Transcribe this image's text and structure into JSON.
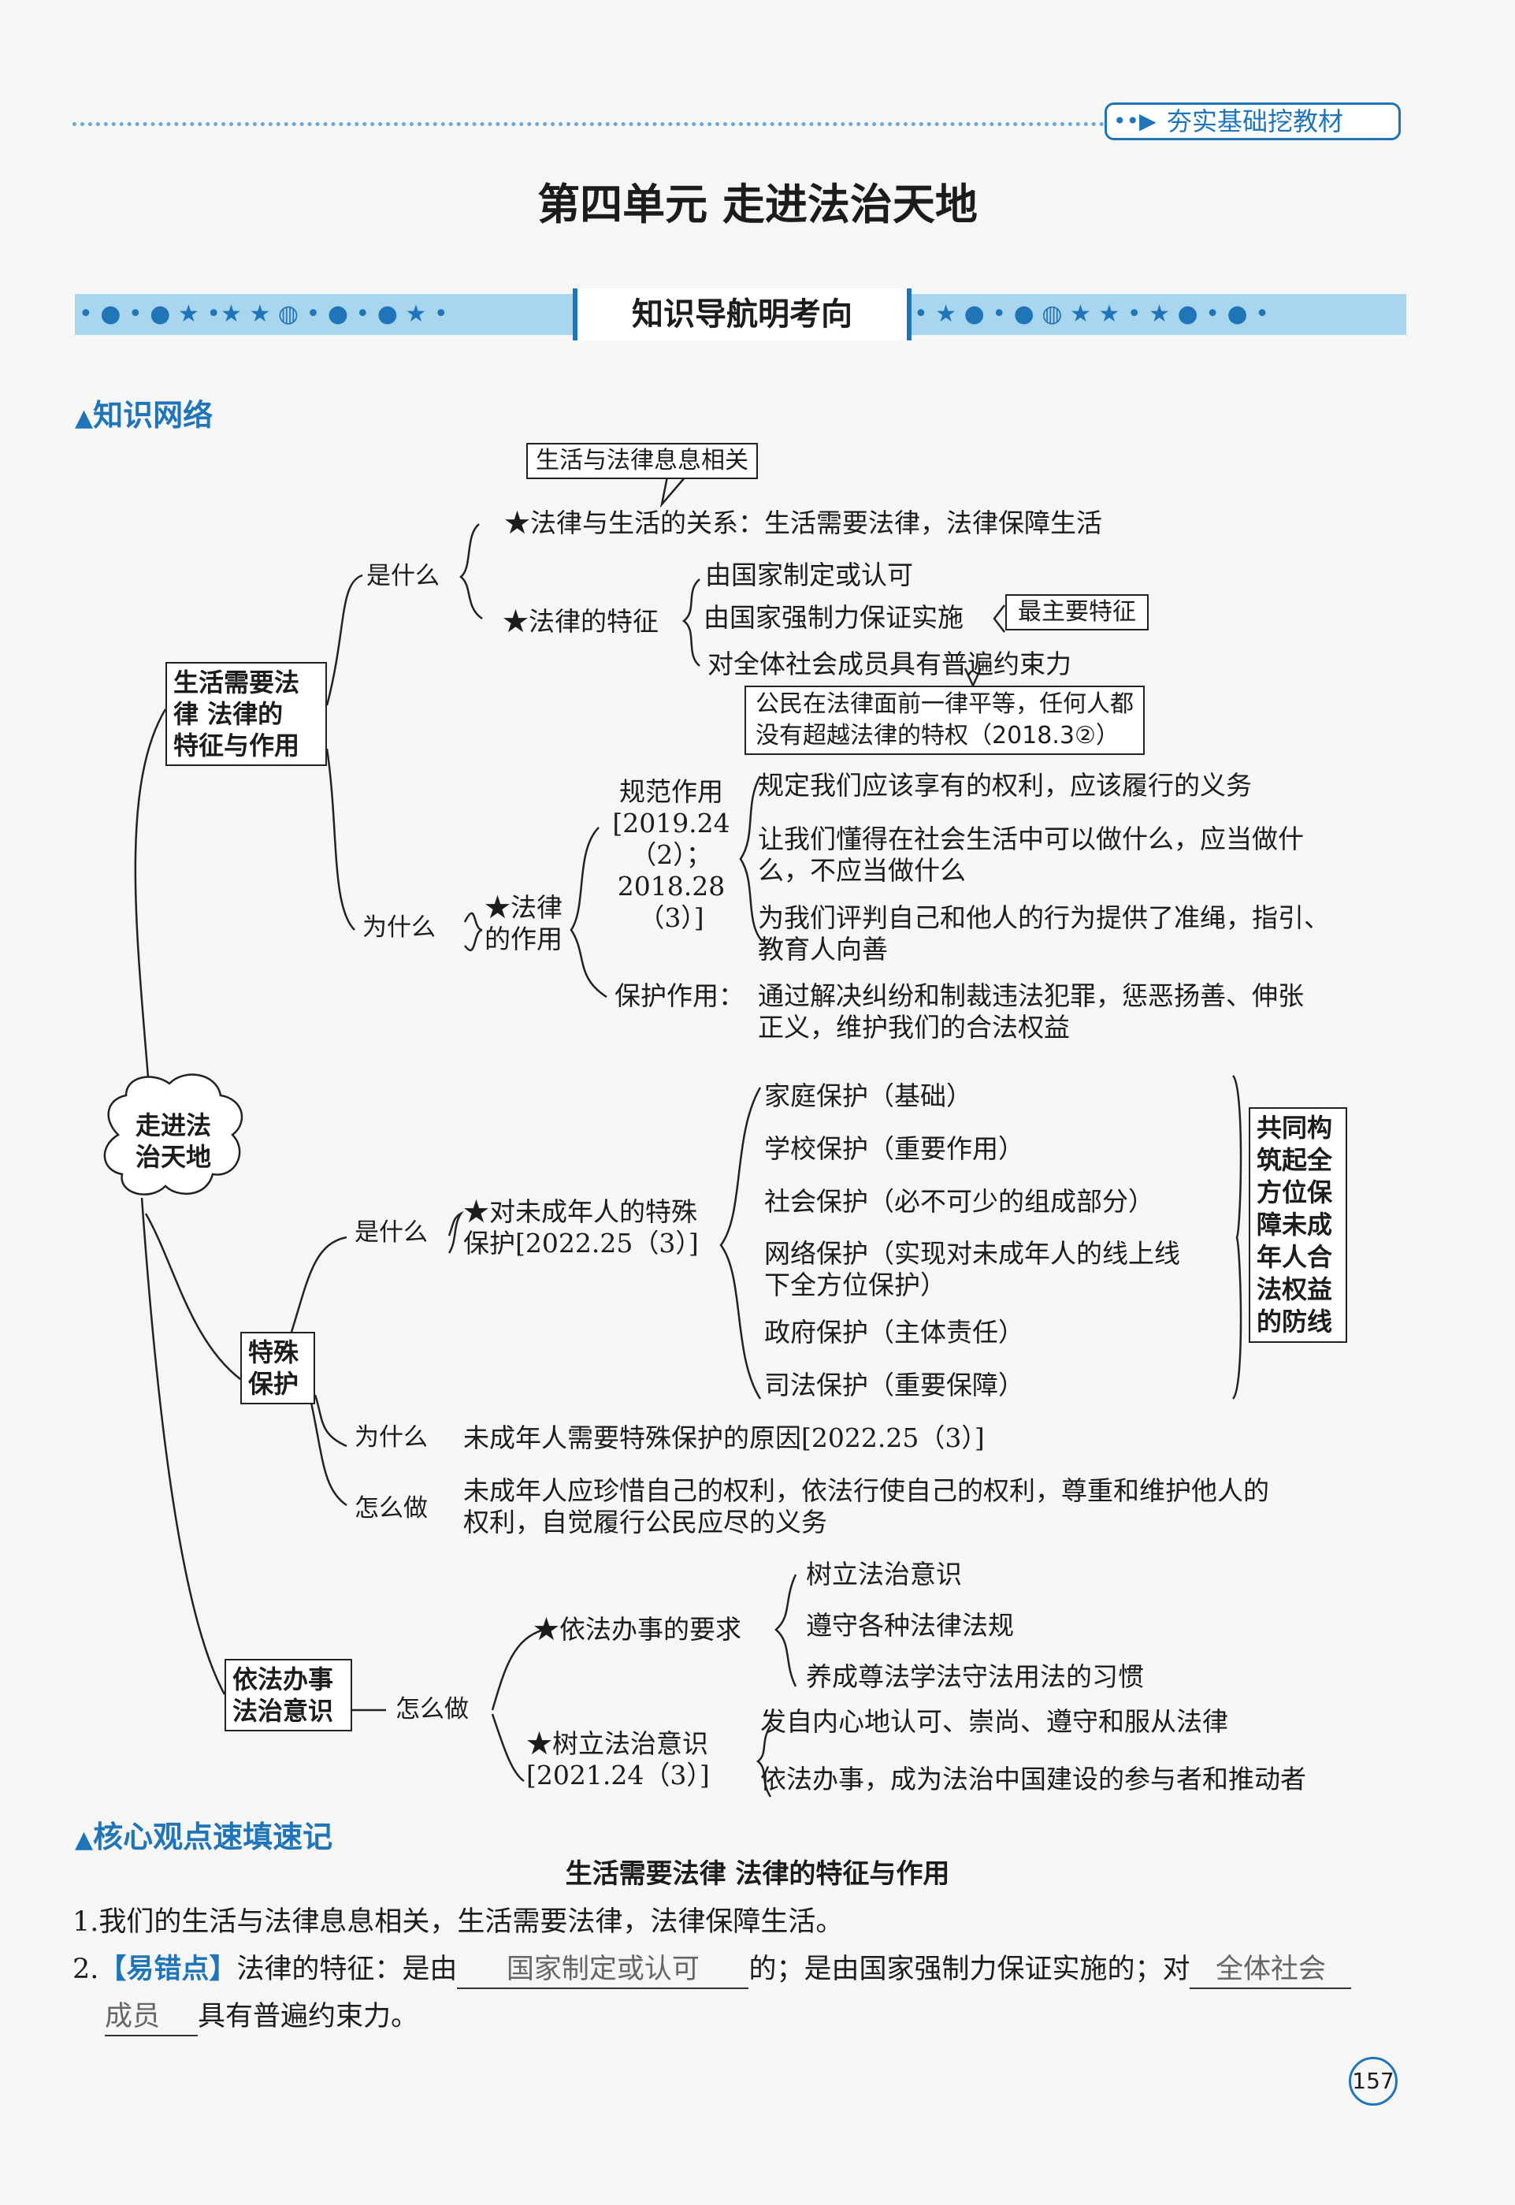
{
  "header": {
    "tag": "夯实基础挖教材"
  },
  "unit_title": "第四单元 走进法治天地",
  "banner": {
    "title": "知识导航明考向"
  },
  "sections": {
    "network": "知识网络",
    "core": "核心观点速填速记"
  },
  "mindmap": {
    "root": {
      "line1": "走进法",
      "line2": "治天地"
    },
    "b1": {
      "box": {
        "line1": "生活需要法",
        "line2": "律 法律的",
        "line3": "特征与作用"
      },
      "shi": "是什么",
      "callout_top": "生活与法律息息相关",
      "rel": "★法律与生活的关系：生活需要法律，法律保障生活",
      "feature": "★法律的特征",
      "f1": "由国家制定或认可",
      "f2": "由国家强制力保证实施",
      "f2_tag": "最主要特征",
      "f3": "对全体社会成员具有普遍约束力",
      "f3_note1": "公民在法律面前一律平等，任何人都",
      "f3_note2": "没有超越法律的特权（2018.3②）",
      "wei": "为什么",
      "role1": "★法律",
      "role2": "的作用",
      "gf1": "规范作用",
      "gf2": "[2019.24",
      "gf3": "（2）；",
      "gf4": "2018.28",
      "gf5": "（3）]",
      "g1": "规定我们应该享有的权利，应该履行的义务",
      "g2a": "让我们懂得在社会生活中可以做什么，应当做什",
      "g2b": "么，不应当做什么",
      "g3a": "为我们评判自己和他人的行为提供了准绳，指引、",
      "g3b": "教育人向善",
      "bh_label": "保护作用：",
      "bh1": "通过解决纠纷和制裁违法犯罪，惩恶扬善、伸张",
      "bh2": "正义，维护我们的合法权益"
    },
    "b2": {
      "box": {
        "line1": "特殊",
        "line2": "保护"
      },
      "shi": "是什么",
      "node1": "★对未成年人的特殊",
      "node2": "保护[2022.25（3）]",
      "items": [
        "家庭保护（基础）",
        "学校保护（重要作用）",
        "社会保护（必不可少的组成部分）",
        "网络保护（实现对未成年人的线上线",
        "下全方位保护）",
        "政府保护（主体责任）",
        "司法保护（重要保障）"
      ],
      "side": [
        "共同构",
        "筑起全",
        "方位保",
        "障未成",
        "年人合",
        "法权益",
        "的防线"
      ],
      "wei": "为什么",
      "wei_text": "未成年人需要特殊保护的原因[2022.25（3）]",
      "zen": "怎么做",
      "zen1": "未成年人应珍惜自己的权利，依法行使自己的权利，尊重和维护他人的",
      "zen2": "权利，自觉履行公民应尽的义务"
    },
    "b3": {
      "box": {
        "line1": "依法办事",
        "line2": "法治意识"
      },
      "zen": "怎么做",
      "req": "★依法办事的要求",
      "r1": "树立法治意识",
      "r2": "遵守各种法律法规",
      "r3": "养成尊法学法守法用法的习惯",
      "sl1": "★树立法治意识",
      "sl2": "[2021.24（3）]",
      "s1": "发自内心地认可、崇尚、遵守和服从法律",
      "s2": "依法办事，成为法治中国建设的参与者和推动者"
    }
  },
  "core": {
    "subtitle": "生活需要法律 法律的特征与作用",
    "p1": "1.我们的生活与法律息息相关，生活需要法律，法律保障生活。",
    "p2_pre": "2.",
    "p2_tag": "【易错点】",
    "p2_a": "法律的特征：是由",
    "p2_blank1": "国家制定或认可",
    "p2_b": "的；是由国家强制力保证实施的；对",
    "p2_blank2": "全体社会",
    "p2_blank3": "成员",
    "p2_c": "具有普遍约束力。"
  },
  "page_number": "157"
}
